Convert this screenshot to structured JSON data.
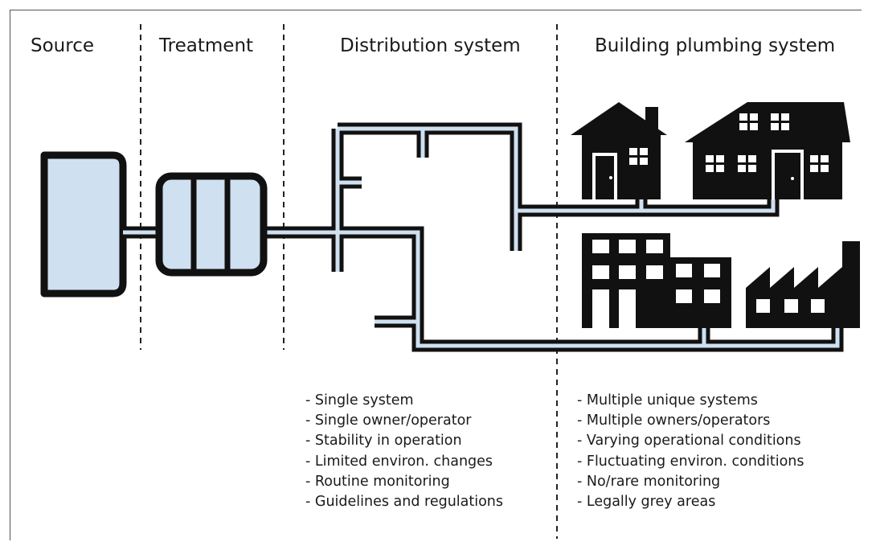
{
  "sections": {
    "source": "Source",
    "treatment": "Treatment",
    "distribution": "Distribution system",
    "building": "Building plumbing system"
  },
  "distribution_traits": [
    "- Single system",
    "- Single owner/operator",
    "- Stability in operation",
    "- Limited environ. changes",
    "- Routine monitoring",
    "- Guidelines and regulations"
  ],
  "building_traits": [
    "- Multiple unique systems",
    "- Multiple owners/operators",
    "- Varying operational conditions",
    "- Fluctuating environ. conditions",
    "- No/rare monitoring",
    "- Legally grey areas"
  ],
  "colors": {
    "pipe_outline": "#111111",
    "water": "#cfe0f0",
    "building": "#111111",
    "window": "#ffffff"
  },
  "icons": [
    "source-reservoir-icon",
    "treatment-unit-icon",
    "house-icon",
    "large-house-icon",
    "apartment-building-icon",
    "factory-icon"
  ]
}
